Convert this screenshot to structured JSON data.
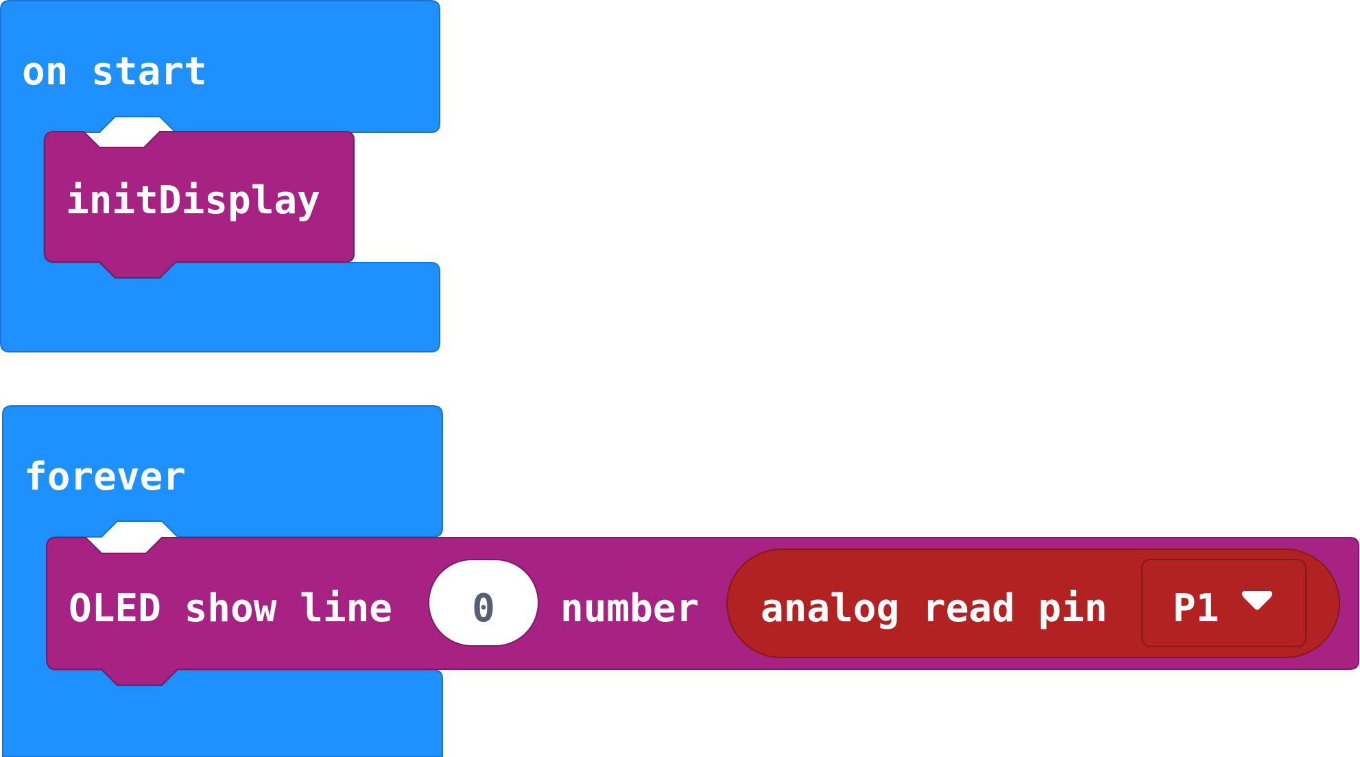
{
  "workspace": {
    "on_start": {
      "label": "on start",
      "children": [
        {
          "label": "initDisplay"
        }
      ]
    },
    "forever": {
      "label": "forever",
      "children": [
        {
          "label": "OLED show line",
          "line_value": "0",
          "number_label": "number",
          "reporter": {
            "label": "analog read pin",
            "pin": "P1"
          }
        }
      ]
    }
  },
  "colors": {
    "event_block": "#1e90ff",
    "event_border": "#1673d2",
    "function_block": "#a62384",
    "function_border": "#7e1a64",
    "pins_block": "#b22222",
    "pins_border": "#861919",
    "number_text": "#575e75"
  },
  "icons": {
    "pin_dropdown": "caret-down-icon"
  }
}
